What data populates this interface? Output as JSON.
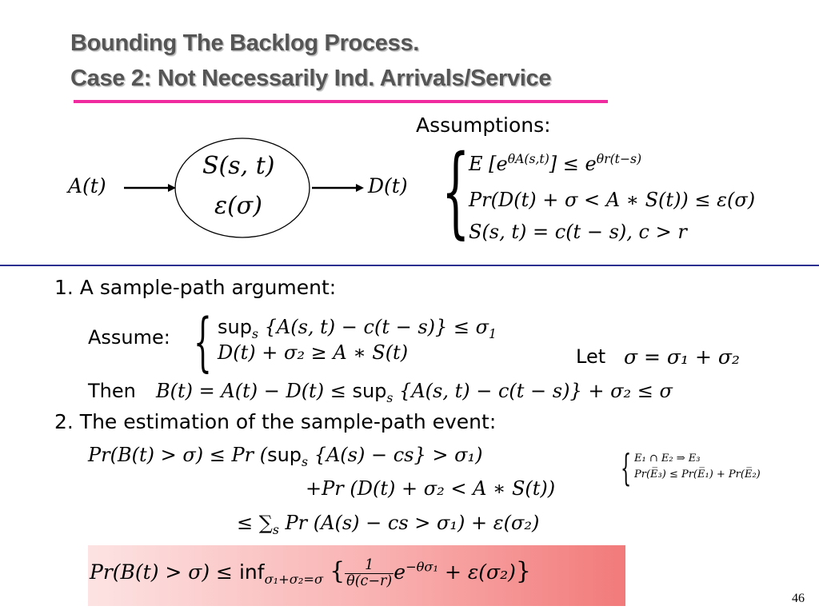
{
  "title": {
    "line1": "Bounding The Backlog Process.",
    "line2": "Case 2: Not Necessarily Ind. Arrivals/Service"
  },
  "diagram": {
    "input": "A(t)",
    "server_line1": "S(s, t)",
    "server_line2": "ε(σ)",
    "output": "D(t)"
  },
  "assumptions": {
    "heading": "Assumptions:",
    "l1_left": "E",
    "l1_exp": "θA(s,t)",
    "l1_mid": "≤ e",
    "l1_exp2": "θr(t−s)",
    "l2": "Pr(D(t) + σ < A ∗ S(t)) ≤ ε(σ)",
    "l3": "S(s, t) = c(t − s),  c > r"
  },
  "item1": {
    "label": "1.  A sample-path argument:",
    "assume": "Assume:",
    "a1_sup": "sup",
    "a1_rest": "{A(s, t) − c(t − s)} ≤ σ",
    "a1_sub": "1",
    "a2": "D(t) + σ₂ ≥ A ∗ S(t)",
    "let": "Let",
    "let_expr": "σ = σ₁ + σ₂",
    "then": "Then",
    "then_expr1": "B(t) = A(t) − D(t) ≤",
    "then_sup": "sup",
    "then_expr2": "{A(s, t) − c(t − s)} + σ₂ ≤ σ"
  },
  "item2": {
    "label": "2.  The estimation of the sample-path event:",
    "r1": "Pr(B(t) > σ) ≤ Pr (",
    "r1_sup": "sup",
    "r1_rest": "{A(s) − cs} > σ₁)",
    "r2": "+Pr (D(t) + σ₂ < A ∗ S(t))",
    "r3": "≤ ∑",
    "r3_rest": "Pr (A(s) − cs > σ₁) + ε(σ₂)",
    "side1": "E₁ ∩ E₂ ⇒ E₃",
    "side2": "Pr(E̅₃) ≤ Pr(E̅₁) + Pr(E̅₂)"
  },
  "result": {
    "left": "Pr(B(t) > σ) ≤",
    "inf": "inf",
    "inf_sub": "σ₁+σ₂=σ",
    "frac_num": "1",
    "frac_den": "θ(c−r)",
    "exp_base": "e",
    "exp": "−θσ₁",
    "tail": "+ ε(σ₂)"
  },
  "page_number": "46",
  "colors": {
    "title": "#555555",
    "rule": "#f02ba0",
    "divider": "#2b2f8f",
    "highlight": "#f27a7a"
  }
}
